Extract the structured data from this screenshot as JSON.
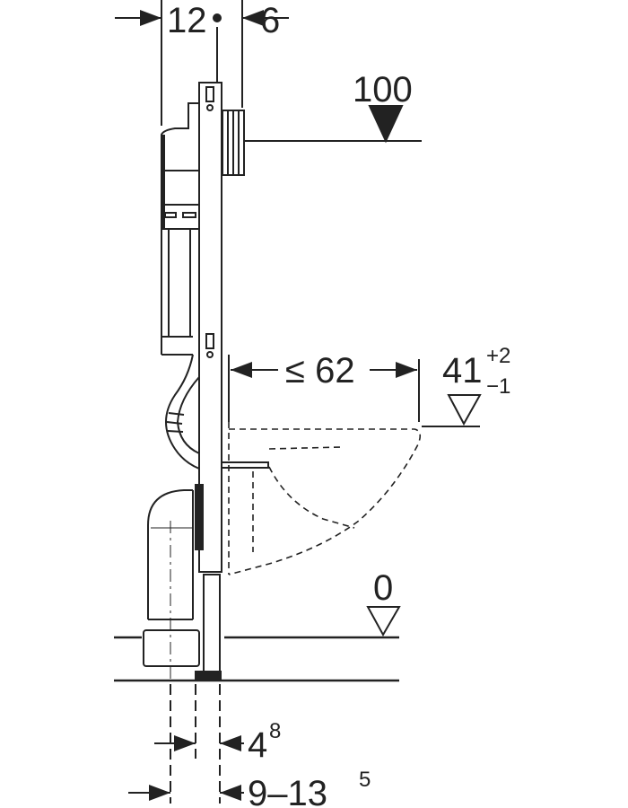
{
  "dimensions": {
    "top_left": "12",
    "top_right": "6",
    "flush_height": "100",
    "projection": "≤ 62",
    "seat_height": "41",
    "seat_tol_plus": "+2",
    "seat_tol_minus": "−1",
    "floor_level": "0",
    "bottom_small_base": "4",
    "bottom_small_sup": "8",
    "bottom_large_base": "9–13",
    "bottom_large_sup": "5"
  },
  "colors": {
    "line": "#222222",
    "background": "#ffffff"
  }
}
